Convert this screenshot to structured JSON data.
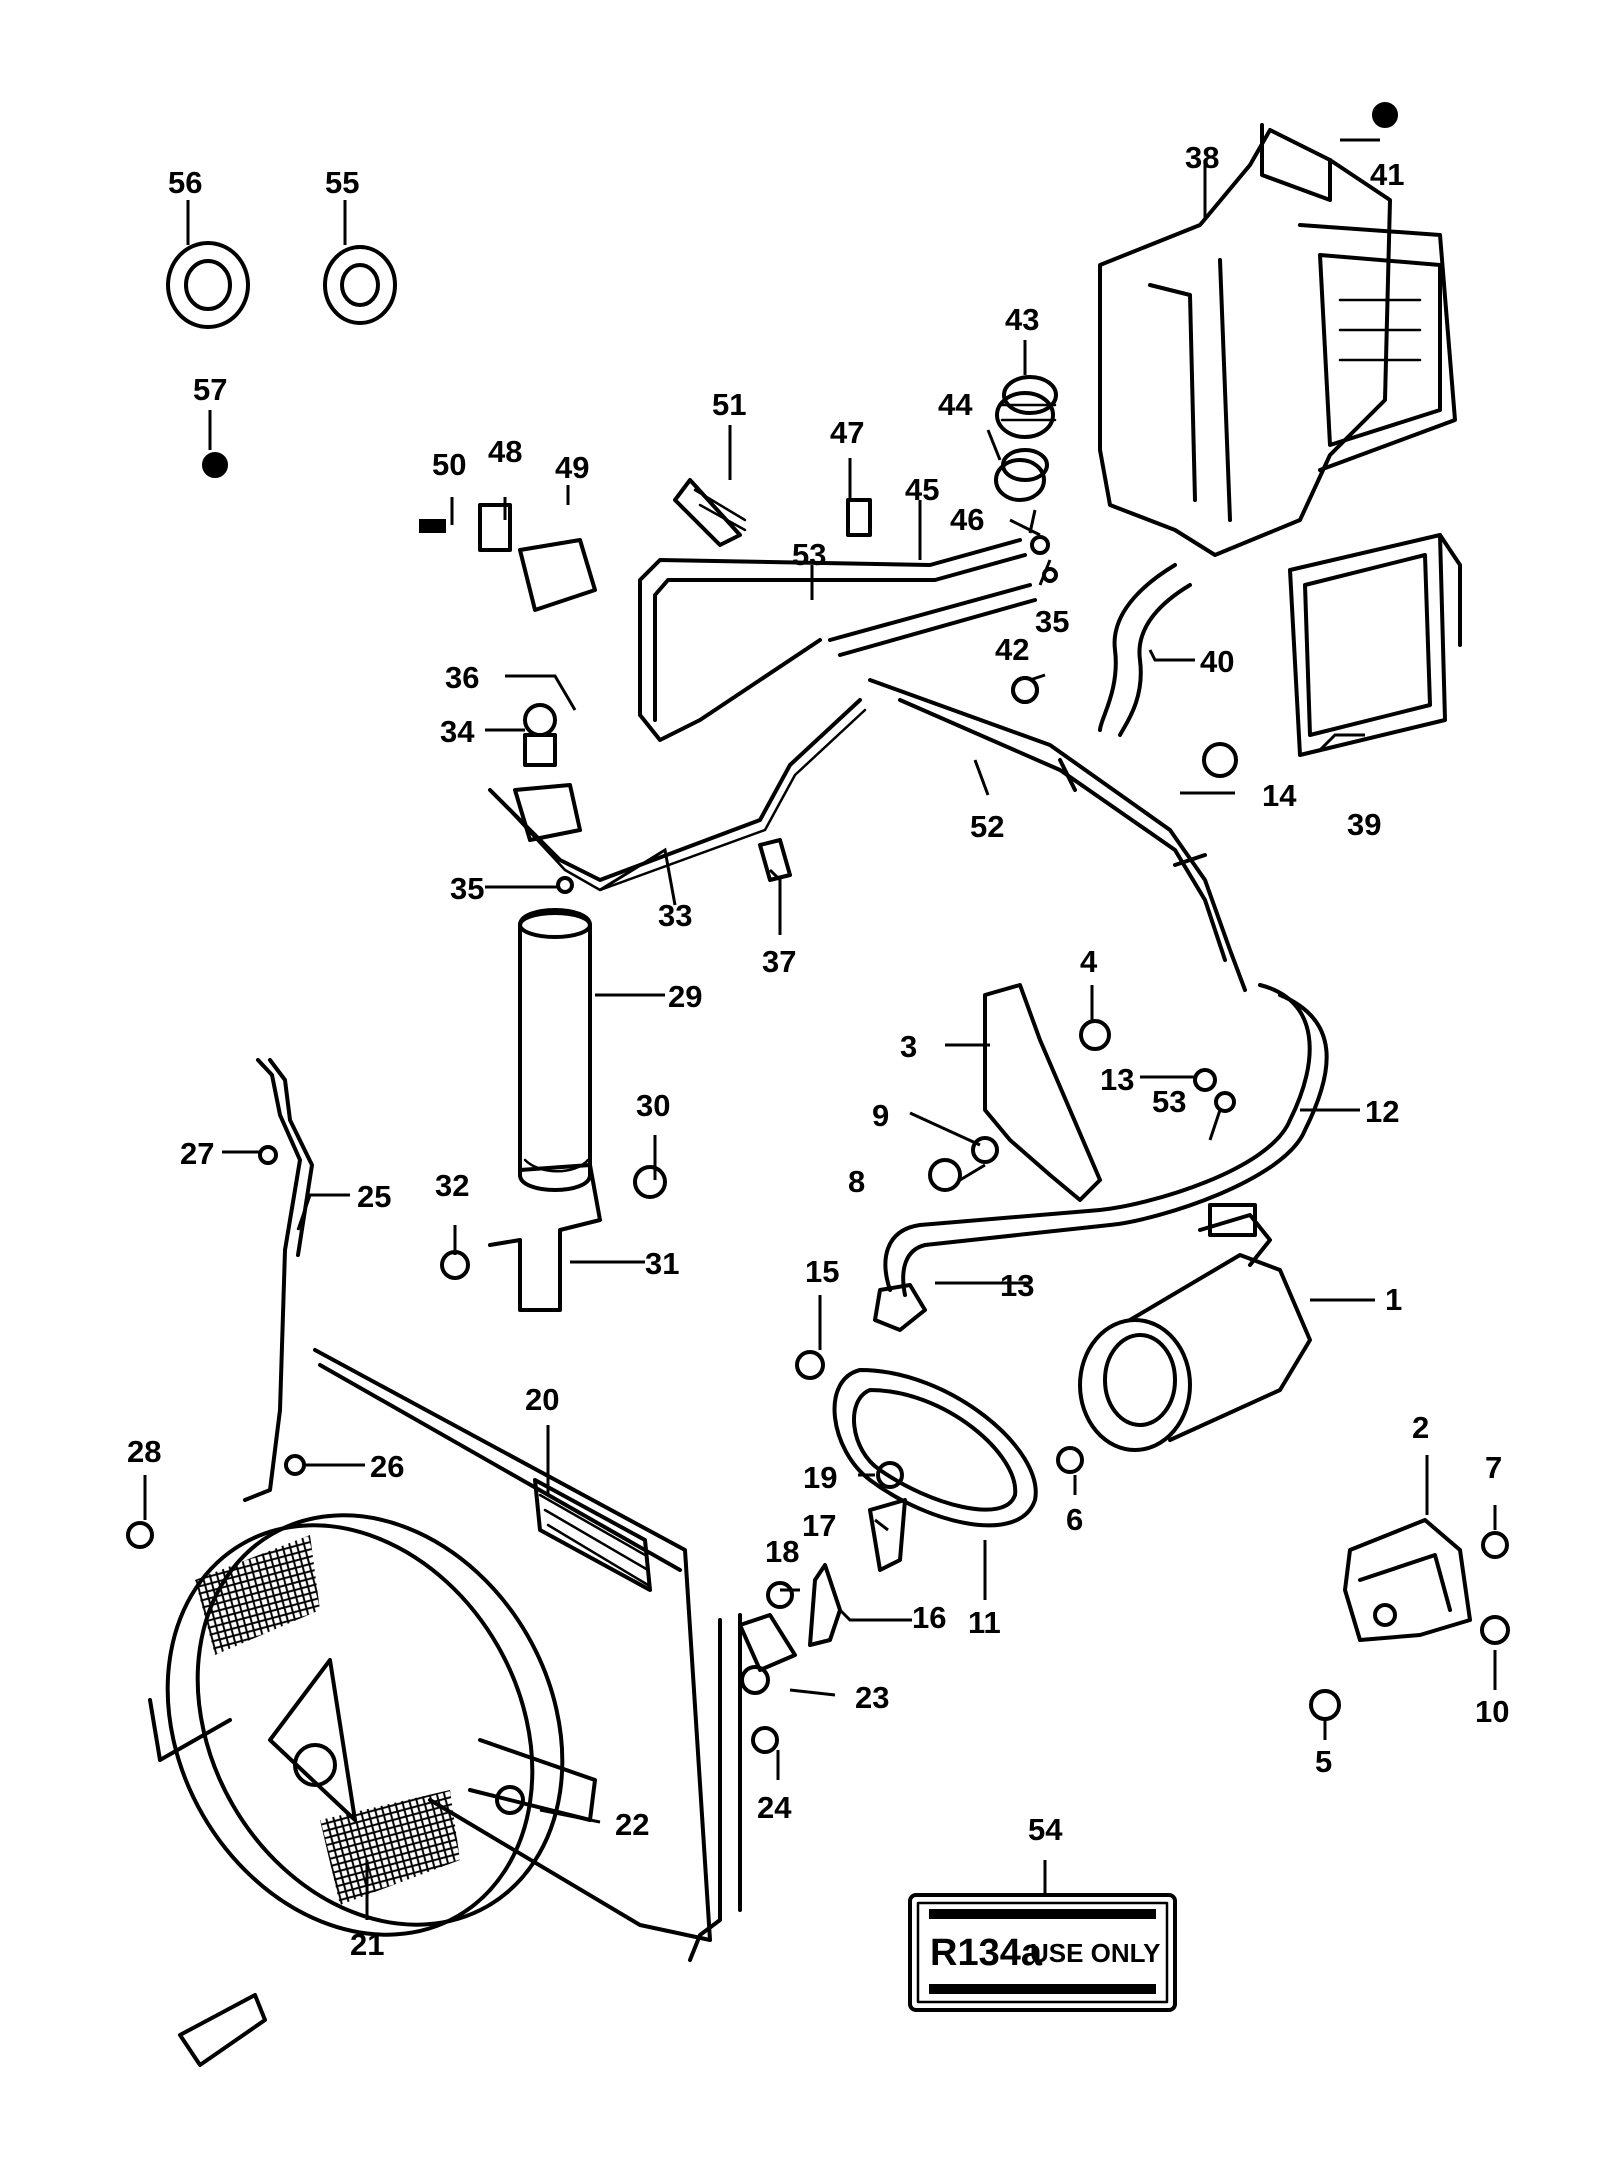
{
  "callouts": [
    "1",
    "2",
    "3",
    "4",
    "5",
    "6",
    "7",
    "8",
    "9",
    "10",
    "11",
    "12",
    "13",
    "13",
    "14",
    "15",
    "16",
    "17",
    "18",
    "19",
    "20",
    "21",
    "22",
    "23",
    "24",
    "25",
    "26",
    "27",
    "28",
    "29",
    "30",
    "31",
    "32",
    "33",
    "34",
    "35",
    "35",
    "36",
    "37",
    "38",
    "39",
    "40",
    "41",
    "42",
    "43",
    "44",
    "45",
    "46",
    "47",
    "48",
    "49",
    "50",
    "51",
    "52",
    "53",
    "53",
    "54",
    "55",
    "56",
    "57"
  ],
  "label_plate": {
    "code": "R134a",
    "note": "USE ONLY"
  },
  "colors": {
    "ink": "#000000",
    "paper": "#ffffff"
  }
}
